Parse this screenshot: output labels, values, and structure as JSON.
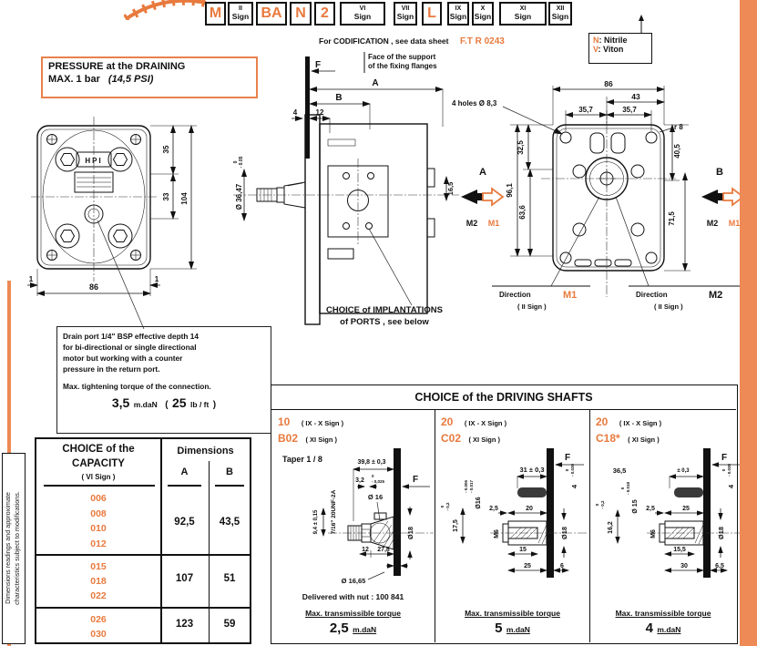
{
  "accent": "#E87A3E",
  "side_note": {
    "line1": "Dimensions readings and approximate",
    "line2": "characteristics subject to modifications."
  },
  "codification": {
    "boxes": [
      {
        "code": "M"
      },
      {
        "roman": "II",
        "word": "Sign"
      },
      {
        "code": "BA"
      },
      {
        "code": "N"
      },
      {
        "code": "2"
      },
      {
        "roman": "VI",
        "word": "Sign"
      },
      {
        "roman": "VII",
        "word": "Sign"
      },
      {
        "code": "L"
      },
      {
        "roman": "IX",
        "word": "Sign"
      },
      {
        "roman": "X",
        "word": "Sign"
      },
      {
        "roman": "XI",
        "word": "Sign"
      },
      {
        "roman": "XII",
        "word": "Sign"
      }
    ],
    "note_text": "For CODIFICATION , see data sheet",
    "note_ref": "F.T R 0243",
    "seal_n": "N",
    "seal_n_label": ": Nitrile",
    "seal_v": "V",
    "seal_v_label": ": Viton"
  },
  "pressure": {
    "line1": "PRESSURE at the DRAINING",
    "line2": "MAX.  1 bar",
    "note": "(14,5 PSI)"
  },
  "front": {
    "logo": "HPI",
    "d35": "35",
    "d33": "33",
    "d104": "104",
    "d1l": "1",
    "d86": "86",
    "d1r": "1"
  },
  "side": {
    "face1": "Face of the support",
    "face2": "of the fixing flanges",
    "f": "F",
    "a": "A",
    "b": "B",
    "d12": "12",
    "d4": "4",
    "shaft_dia": "Ø 36,47",
    "tol0": "0",
    "tol005": "- 0.05",
    "d165": "16,5",
    "ports1": "CHOICE of IMPLANTATIONS",
    "ports2": "of PORTS , see below"
  },
  "rear": {
    "d86": "86",
    "d43": "43",
    "d357a": "35,7",
    "d357b": "35,7",
    "r8": "r 8",
    "holes": "4 holes  Ø 8,3",
    "d325": "32,5",
    "d961": "96,1",
    "d636": "63,6",
    "d405": "40,5",
    "d715": "71,5",
    "a": "A",
    "b": "B",
    "m2a": "M2",
    "m1a": "M1",
    "m2b": "M2",
    "m1b": "M1",
    "dir_label1": "Direction",
    "dir1": "M1",
    "sub1": "( II Sign )",
    "dir_label2": "Direction",
    "dir2": "M2",
    "sub2": "( II Sign )"
  },
  "drain": {
    "l1": "Drain port 1/4\" BSP effective depth 14",
    "l2": "for bi-directional or single directional",
    "l3": "motor but working with a counter",
    "l4": "pressure in the return port.",
    "l5": "Max. tightening torque of the connection.",
    "v": "3,5",
    "u": "m.daN",
    "p1": "(",
    "av": "25",
    "au": "lb / ft",
    "p2": ")"
  },
  "capacity": {
    "h1": "CHOICE of the",
    "h2": "CAPACITY",
    "h3": "( VI Sign )",
    "hd": "Dimensions",
    "ca": "A",
    "cb": "B",
    "rows": [
      {
        "c": [
          "006",
          "008",
          "010",
          "012"
        ],
        "a": "92,5",
        "b": "43,5"
      },
      {
        "c": [
          "015",
          "018",
          "022"
        ],
        "a": "107",
        "b": "51"
      },
      {
        "c": [
          "026",
          "030"
        ],
        "a": "123",
        "b": "59"
      }
    ]
  },
  "shafts": {
    "title": "CHOICE  of  the  DRIVING  SHAFTS",
    "col1": {
      "code": "10",
      "codesub": "( IX - X Sign )",
      "variant": "B02",
      "variantsub": "( XI Sign )",
      "taper": "Taper  1 / 8",
      "f": "F",
      "d398": "39,8 ± 0,3",
      "d32": "3,2",
      "t0": "0",
      "t025": "- 0,025",
      "d16": "Ø 16",
      "d94": "9,4 ± 0,15",
      "thread": "7/16\" 20UNF-2A",
      "d18": "Ø18",
      "d12a": "12",
      "d278": "27,8",
      "d12b": "12",
      "d1665": "Ø 16,65",
      "delivered": "Delivered  with  nut :  100 841",
      "torque_label": "Max.  transmissible  torque",
      "tv": "2,5",
      "tu": "m.daN"
    },
    "col2": {
      "code": "20",
      "codesub": "( IX - X Sign )",
      "variant": "C02",
      "variantsub": "( XI Sign )",
      "f": "F",
      "d31": "31 ± 0,3",
      "d4": "4",
      "d4t0": "0",
      "d4t": "- 0.030",
      "d16": "Ø16",
      "d16t1": "- 0.006",
      "d16t2": "- 0.017",
      "d175": "17,5",
      "d175t0": "0",
      "d175t": "- 0,2",
      "d25": "2,5",
      "d20": "20",
      "m6": "M6",
      "d18": "Ø18",
      "d15": "15",
      "d25b": "25",
      "d6": "6",
      "torque_label": "Max.  transmissible  torque",
      "tv": "5",
      "tu": "m.daN"
    },
    "col3": {
      "code": "20",
      "codesub": "( IX - X Sign )",
      "variant": "C18*",
      "variantsub": "( XI Sign )",
      "f": "F",
      "d365": "36,5",
      "d365t": "± 0,3",
      "d4": "4",
      "d4t0": "0",
      "d4t": "- 0.030",
      "d15dia": "Ø 15",
      "d15t0": "0",
      "d15t": "- 0.018",
      "d162": "16,2",
      "d162t0": "0",
      "d162t": "- 0,2",
      "d25": "2,5",
      "d25b": "25",
      "m6": "M6",
      "d18": "Ø18",
      "d155": "15,5",
      "d30": "30",
      "d65": "6,5",
      "torque_label": "Max.  transmissible  torque",
      "tv": "4",
      "tu": "m.daN"
    }
  }
}
